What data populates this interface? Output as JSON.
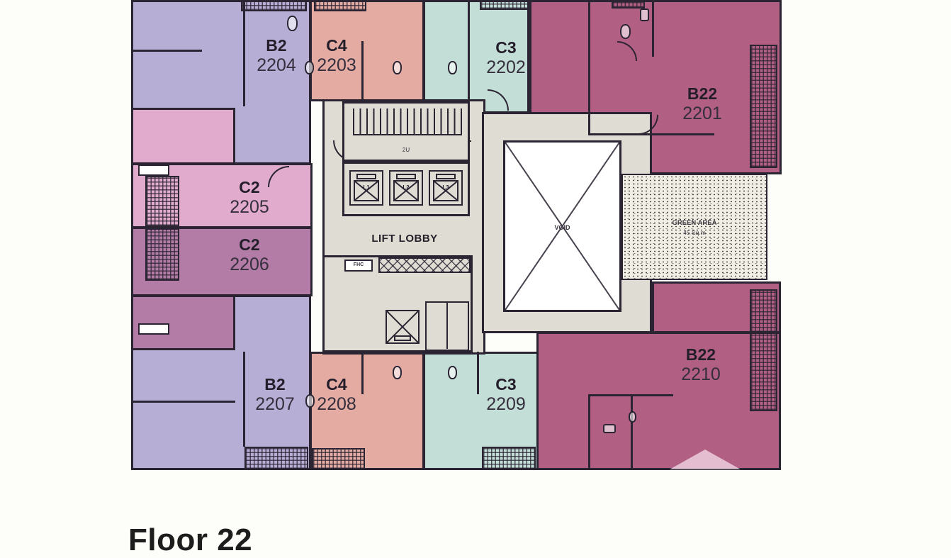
{
  "page": {
    "floor_label": "Floor 22"
  },
  "plan": {
    "units": [
      {
        "code": "B2",
        "number": "2204"
      },
      {
        "code": "C4",
        "number": "2203"
      },
      {
        "code": "C3",
        "number": "2202"
      },
      {
        "code": "B22",
        "number": "2201"
      },
      {
        "code": "C2",
        "number": "2205"
      },
      {
        "code": "C2",
        "number": "2206"
      },
      {
        "code": "B2",
        "number": "2207"
      },
      {
        "code": "C4",
        "number": "2208"
      },
      {
        "code": "C3",
        "number": "2209"
      },
      {
        "code": "B22",
        "number": "2210"
      }
    ],
    "core": {
      "lift_lobby_label": "LIFT LOBBY",
      "stair_label": "2U",
      "fhc_label": "FHC",
      "lifts": [
        {
          "label": "L1"
        },
        {
          "label": "L2"
        },
        {
          "label": "L3"
        }
      ]
    },
    "void_label": "VOID",
    "green_area": {
      "name": "GREEN AREA",
      "size": "45 Sq.m"
    },
    "colors": {
      "wall": "#2b2433",
      "unit_b2": "#b7aed6",
      "unit_c4": "#e4aba2",
      "unit_c3": "#c3ded7",
      "unit_b22": "#b25f84",
      "unit_c2_upper": "#e0abcd",
      "unit_c2_lower": "#b27ca6",
      "core": "#dfdcd4",
      "green_area": "#f0eee5",
      "background": "#fdfdf9"
    }
  }
}
